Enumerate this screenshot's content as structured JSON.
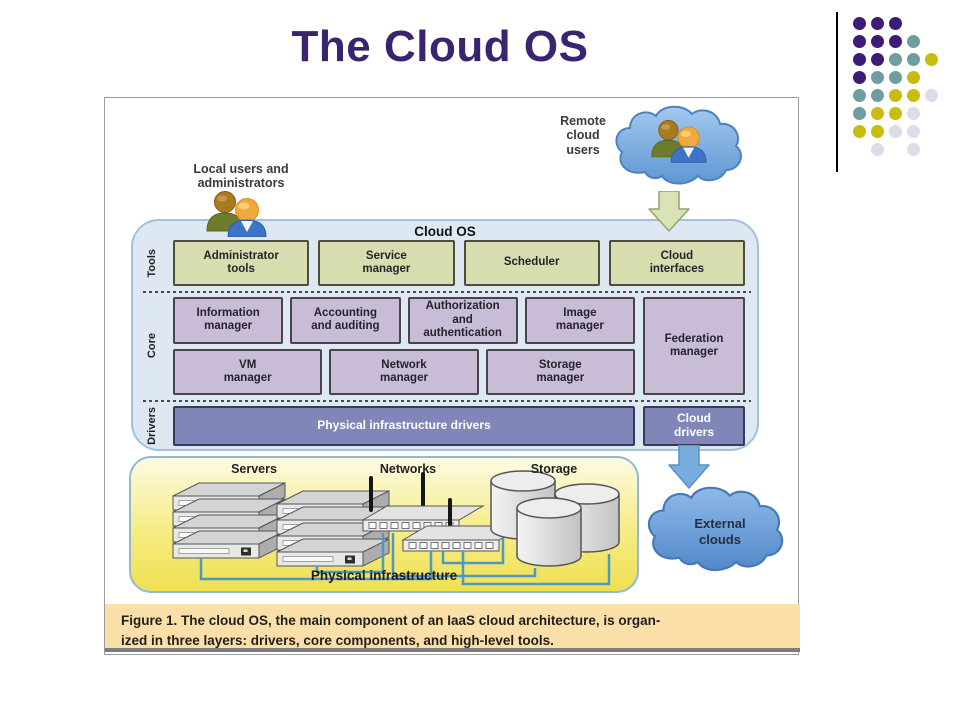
{
  "title": "The Cloud OS",
  "figure": {
    "local_users_label": "Local users and\nadministrators",
    "remote_users_label": "Remote\ncloud\nusers",
    "cloud_os": {
      "title": "Cloud OS",
      "tools": {
        "label": "Tools",
        "boxes": [
          "Administrator\ntools",
          "Service\nmanager",
          "Scheduler",
          "Cloud\ninterfaces"
        ]
      },
      "core": {
        "label": "Core",
        "row1": [
          "Information\nmanager",
          "Accounting\nand auditing",
          "Authorization\nand\nauthentication",
          "Image\nmanager"
        ],
        "row2": [
          "VM\nmanager",
          "Network\nmanager",
          "Storage\nmanager"
        ],
        "federation": "Federation\nmanager"
      },
      "drivers": {
        "label": "Drivers",
        "boxes": [
          "Physical infrastructure drivers",
          "Cloud\ndrivers"
        ]
      }
    },
    "infrastructure": {
      "servers_label": "Servers",
      "networks_label": "Networks",
      "storage_label": "Storage",
      "caption": "Physical infrastructure"
    },
    "external_clouds_label": "External\nclouds",
    "caption": {
      "prefix": "Figure 1.",
      "text": " The cloud OS, the main component of an IaaS cloud architecture, is organ-\nized in three layers: drivers, core components, and high-level tools."
    }
  },
  "colors": {
    "title": "#3A246F",
    "tools_box": "#D8DDAF",
    "core_box": "#C8BCD7",
    "drivers_box": "#8086B8",
    "cloud_os_container": "#DEE8F3",
    "infrastructure_yellow": "#F3E768",
    "caption_background": "#FBDFA8",
    "connector_blue": "#4E97C6"
  },
  "decor_dots": {
    "palette": {
      "p": "#3D1C77",
      "t": "#6E9EA1",
      "y": "#C9BB10",
      "l": "#DDDDEA"
    },
    "rows": [
      [
        "p",
        "p",
        "p",
        null,
        null
      ],
      [
        "p",
        "p",
        "p",
        "t",
        null
      ],
      [
        "p",
        "p",
        "t",
        "t",
        "y"
      ],
      [
        "p",
        "t",
        "t",
        "y",
        null
      ],
      [
        "t",
        "t",
        "y",
        "y",
        "l"
      ],
      [
        "t",
        "y",
        "y",
        "l",
        null
      ],
      [
        "y",
        "y",
        "l",
        "l",
        null
      ],
      [
        null,
        "l",
        null,
        "l",
        null
      ]
    ]
  }
}
